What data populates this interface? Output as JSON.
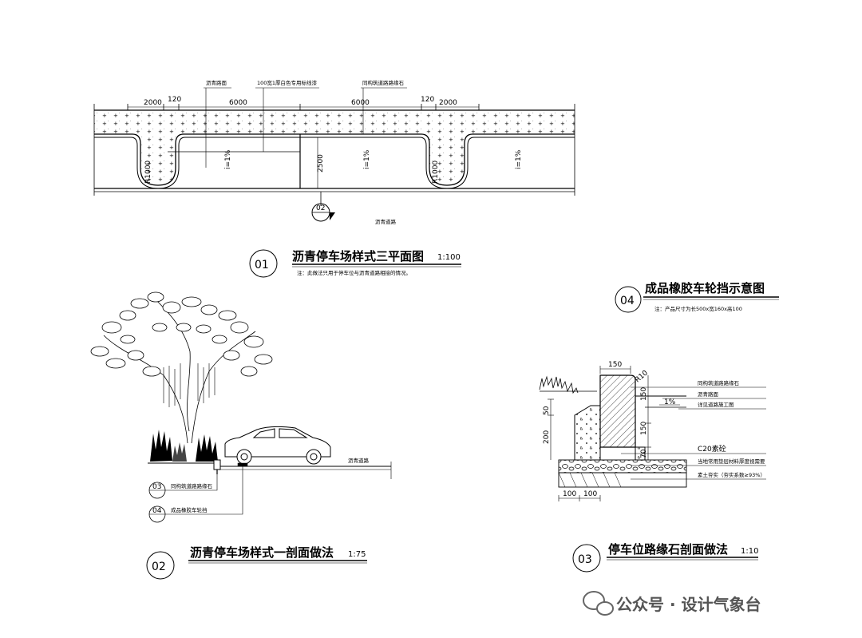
{
  "plan": {
    "title": "沥青停车场样式三平面图",
    "scale": "1:100",
    "number": "01",
    "note": "注：此做法只用于停车位与沥青道路相接的情况。",
    "labels": {
      "asphalt": "沥青路面",
      "marking": "100宽1厚白色专用标线漆",
      "curb": "同构筑道路路缘石",
      "road": "沥青道路"
    },
    "dims": {
      "d2000a": "2000",
      "d120a": "120",
      "d6000a": "6000",
      "d6000b": "6000",
      "d120b": "120",
      "d2000b": "2000",
      "d2500": "2500",
      "r1000a": "R1000",
      "r1000b": "R1000",
      "slope1": "i=1%",
      "slope2": "i=1%",
      "slope3": "i=1%"
    },
    "callout": "02"
  },
  "section": {
    "title": "沥青停车场样式一剖面做法",
    "scale": "1:75",
    "number": "02",
    "road": "沥青道路",
    "callouts": [
      {
        "num": "03",
        "label": "同构筑道路路缘石"
      },
      {
        "num": "04",
        "label": "成品橡胶车轮挡"
      }
    ]
  },
  "curb": {
    "title": "停车位路缘石剖面做法",
    "scale": "1:10",
    "number": "03",
    "dims": {
      "top": "150",
      "radius": "R10",
      "d150a": "150",
      "d150b": "150",
      "d70": "70",
      "d50": "50",
      "d200": "200",
      "b100a": "100",
      "b100b": "100",
      "slope": "1%"
    },
    "labels": {
      "l1": "同构筑道路路缘石",
      "l2": "沥青路面",
      "l3": "详见道路施工图",
      "l4": "C20素砼",
      "l5": "当地常用垫层材料厚度视需要",
      "l6": "素土夯实（夯实系数≥93%）"
    }
  },
  "wheelstop": {
    "title": "成品橡胶车轮挡示意图",
    "number": "04",
    "note": "注：产品尺寸为长500x宽160x高100"
  },
  "watermark": "公众号 · 设计气象台"
}
